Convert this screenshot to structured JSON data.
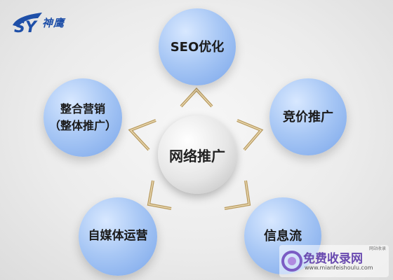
{
  "logo": {
    "text": "神鹰",
    "icon": "sy-logo-icon"
  },
  "center": {
    "label": "网络推广"
  },
  "nodes": {
    "seo": "SEO优化",
    "bidding": "竞价推广",
    "feed": "信息流",
    "media": "自媒体运营",
    "integrated_line1": "整合营销",
    "integrated_line2": "（整体推广）"
  },
  "watermark": {
    "title": "免费收录网",
    "url": "www.mianfeishoulu.com",
    "tag": "网站收录",
    "icon": "watermark-logo-icon"
  },
  "colors": {
    "node": "#8fb6ef",
    "center": "#e0e0e0",
    "arrow": "#c9a96a",
    "logo": "#1e4fa8"
  }
}
